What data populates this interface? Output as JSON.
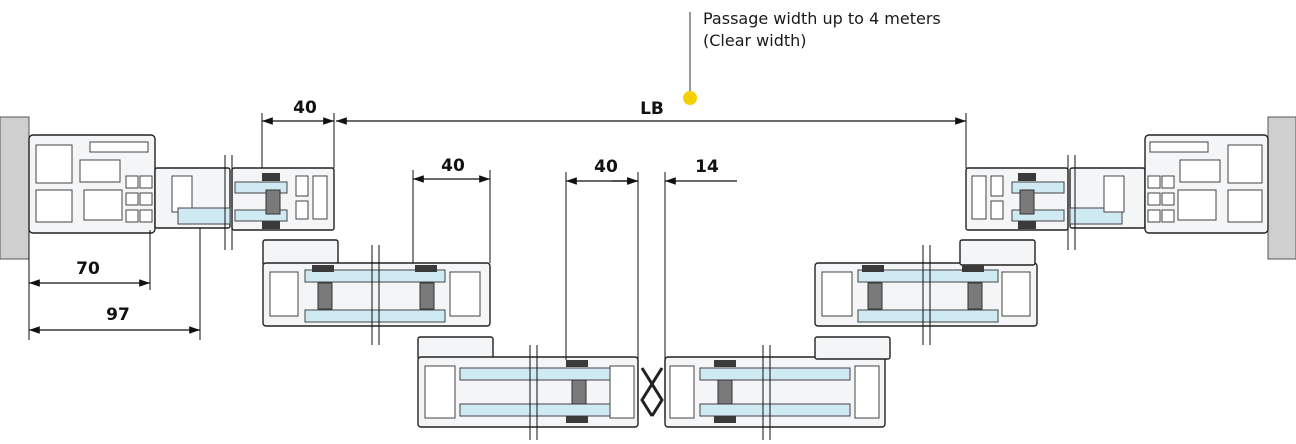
{
  "callout": {
    "line1": "Passage width up to 4 meters",
    "line2": "(Clear width)",
    "marker_color": "#f5d000"
  },
  "dimensions": {
    "lb": "LB",
    "d40_top": "40",
    "d40_mid": "40",
    "d40_center": "40",
    "d14": "14",
    "d70": "70",
    "d97": "97"
  },
  "colors": {
    "glass": "#cfeaf3",
    "profile": "#f4f5f6",
    "wall": "#cfcfcf"
  }
}
